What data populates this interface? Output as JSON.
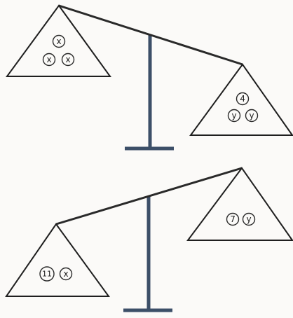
{
  "colors": {
    "beam": "#2a2a2a",
    "stand": "#3c4f68",
    "outline": "#1f1f1f",
    "background": "#fbfaf8",
    "token_stroke": "#2a2a2a",
    "token_text": "#1c1c1c"
  },
  "balances": [
    {
      "left_pan": {
        "tokens": [
          "x",
          "x",
          "x"
        ]
      },
      "right_pan": {
        "tokens": [
          "4",
          "y",
          "y"
        ]
      }
    },
    {
      "left_pan": {
        "tokens": [
          "11",
          "x"
        ]
      },
      "right_pan": {
        "tokens": [
          "7",
          "y"
        ]
      }
    }
  ]
}
